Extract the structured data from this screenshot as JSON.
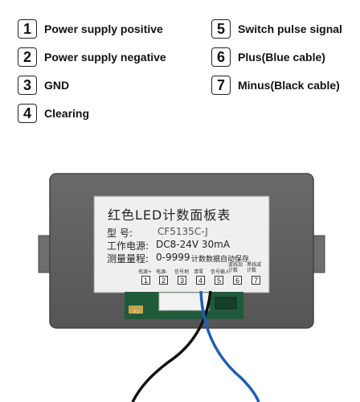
{
  "legend": [
    {
      "number": "1",
      "label": "Power supply positive"
    },
    {
      "number": "2",
      "label": "Power supply negative"
    },
    {
      "number": "3",
      "label": "GND"
    },
    {
      "number": "4",
      "label": "Clearing"
    },
    {
      "number": "5",
      "label": "Switch pulse signal"
    },
    {
      "number": "6",
      "label": "Plus(Blue cable)"
    },
    {
      "number": "7",
      "label": "Minus(Black cable)"
    }
  ],
  "panel": {
    "title": "红色LED计数面板表",
    "model_label": "型  号:",
    "model_value": "CF5135C-J",
    "power_label": "工作电源:",
    "power_value": "DC8-24V  30mA",
    "range_label": "测量量程:",
    "range_value": "0-9999",
    "range_note": "计数数据自动保存",
    "pin_labels": [
      "电源+",
      "电源-",
      "信号地",
      "清零",
      "信号输入",
      "蓝线加计数",
      "黑线减计数"
    ],
    "pin_numbers": [
      "1",
      "2",
      "3",
      "4",
      "5",
      "6",
      "7"
    ],
    "board_mark": "R1"
  },
  "colors": {
    "housing": "#5f5f5f",
    "label_bg": "#efefef",
    "pcb": "#1f5a3a",
    "wire_blue": "#1f5fb4",
    "wire_black": "#111111"
  }
}
